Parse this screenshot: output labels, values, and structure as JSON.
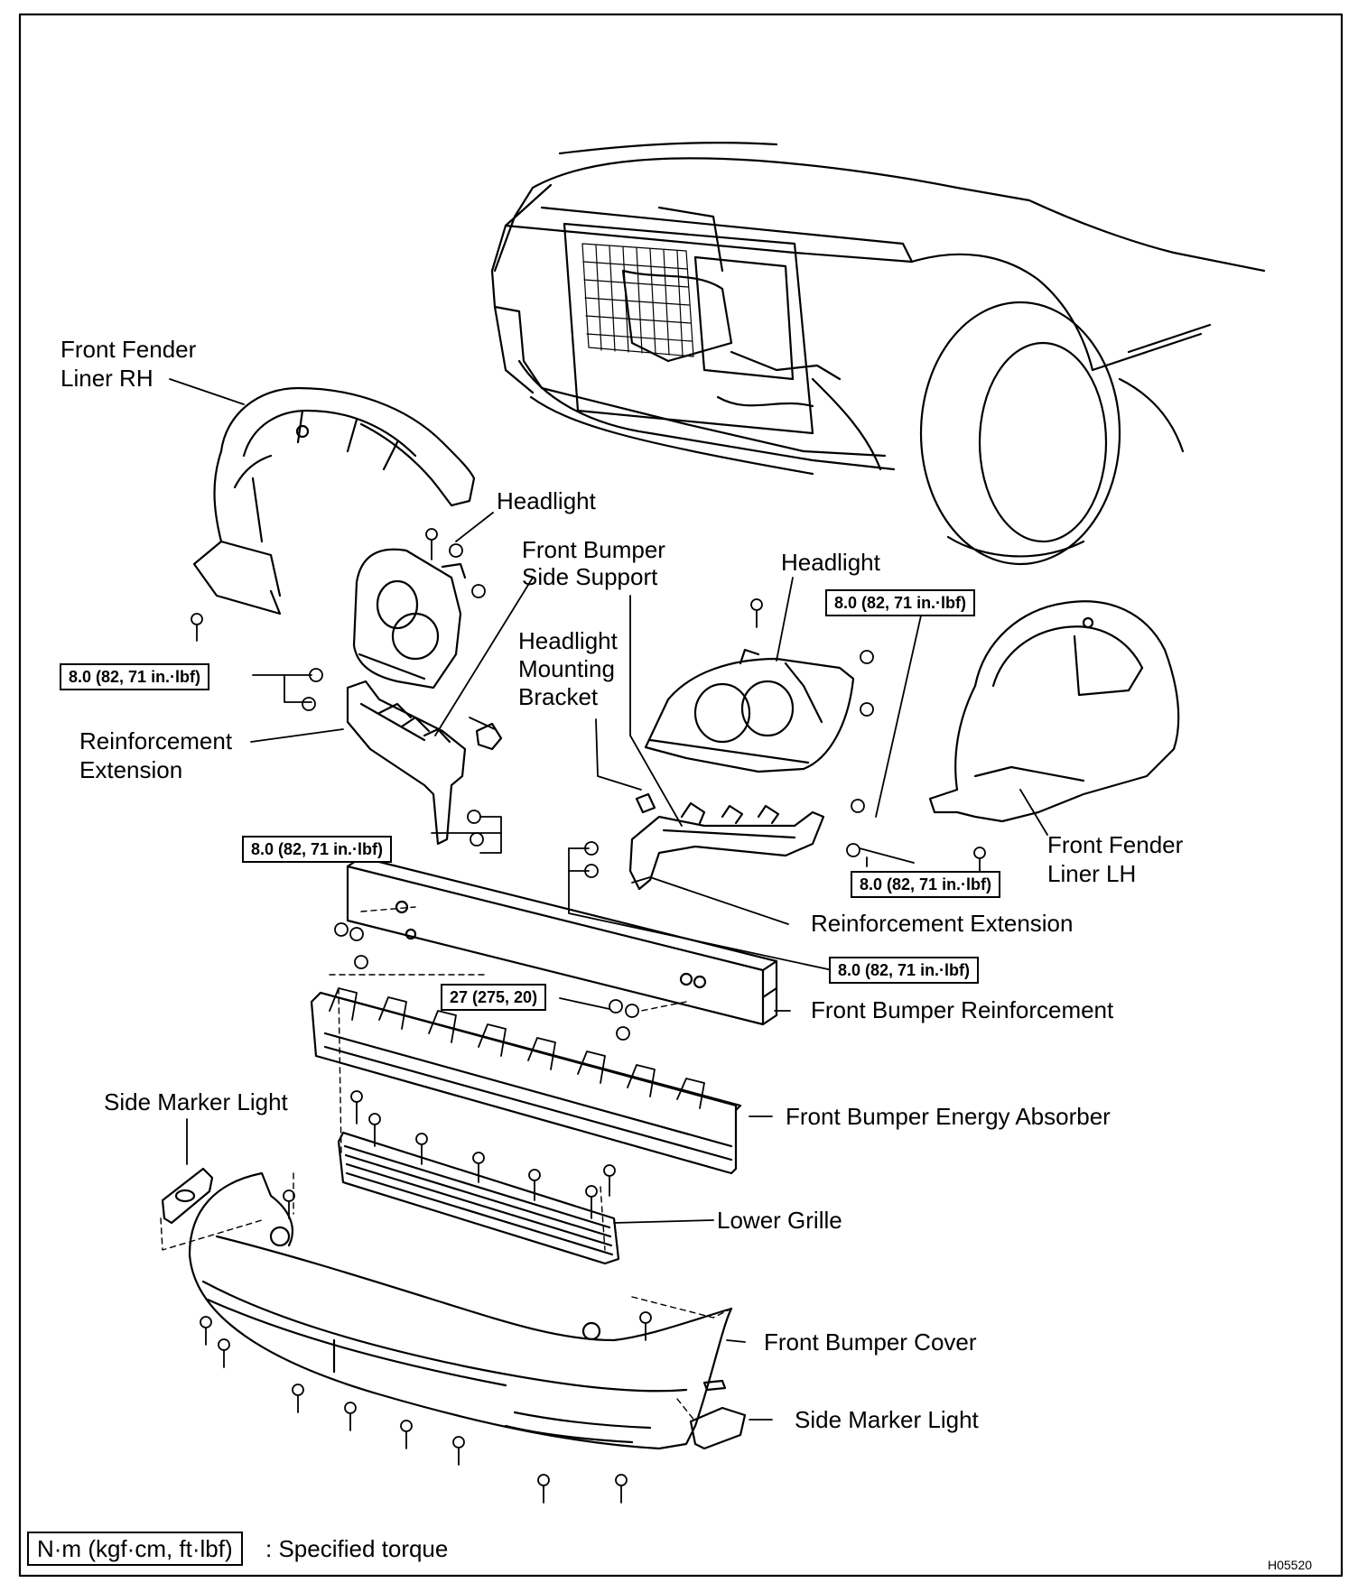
{
  "labels": {
    "fender_liner_rh": [
      "Front Fender",
      "Liner RH"
    ],
    "headlight_left": "Headlight",
    "bumper_side_support": [
      "Front Bumper",
      "Side Support"
    ],
    "headlight_right": "Headlight",
    "headlight_mounting_bracket": [
      "Headlight",
      "Mounting",
      "Bracket"
    ],
    "reinforcement_extension_left": [
      "Reinforcement",
      "Extension"
    ],
    "fender_liner_lh": [
      "Front Fender",
      "Liner LH"
    ],
    "reinforcement_extension_right": "Reinforcement Extension",
    "bumper_reinforcement": "Front Bumper Reinforcement",
    "side_marker_light_left": "Side Marker Light",
    "bumper_energy_absorber": "Front Bumper Energy Absorber",
    "lower_grille": "Lower Grille",
    "bumper_cover": "Front Bumper Cover",
    "side_marker_light_right": "Side Marker Light"
  },
  "torque": {
    "left_upper": "8.0 (82, 71 in.·lbf)",
    "right_upper": "8.0 (82, 71 in.·lbf)",
    "left_lower": "8.0 (82, 71 in.·lbf)",
    "right_mid": "8.0 (82, 71 in.·lbf)",
    "right_lower": "8.0 (82, 71 in.·lbf)",
    "reinforcement": "27 (275, 20)"
  },
  "legend": {
    "box": "N·m (kgf·cm, ft·lbf)",
    "text": ": Specified torque"
  },
  "figure_code": "H05520"
}
